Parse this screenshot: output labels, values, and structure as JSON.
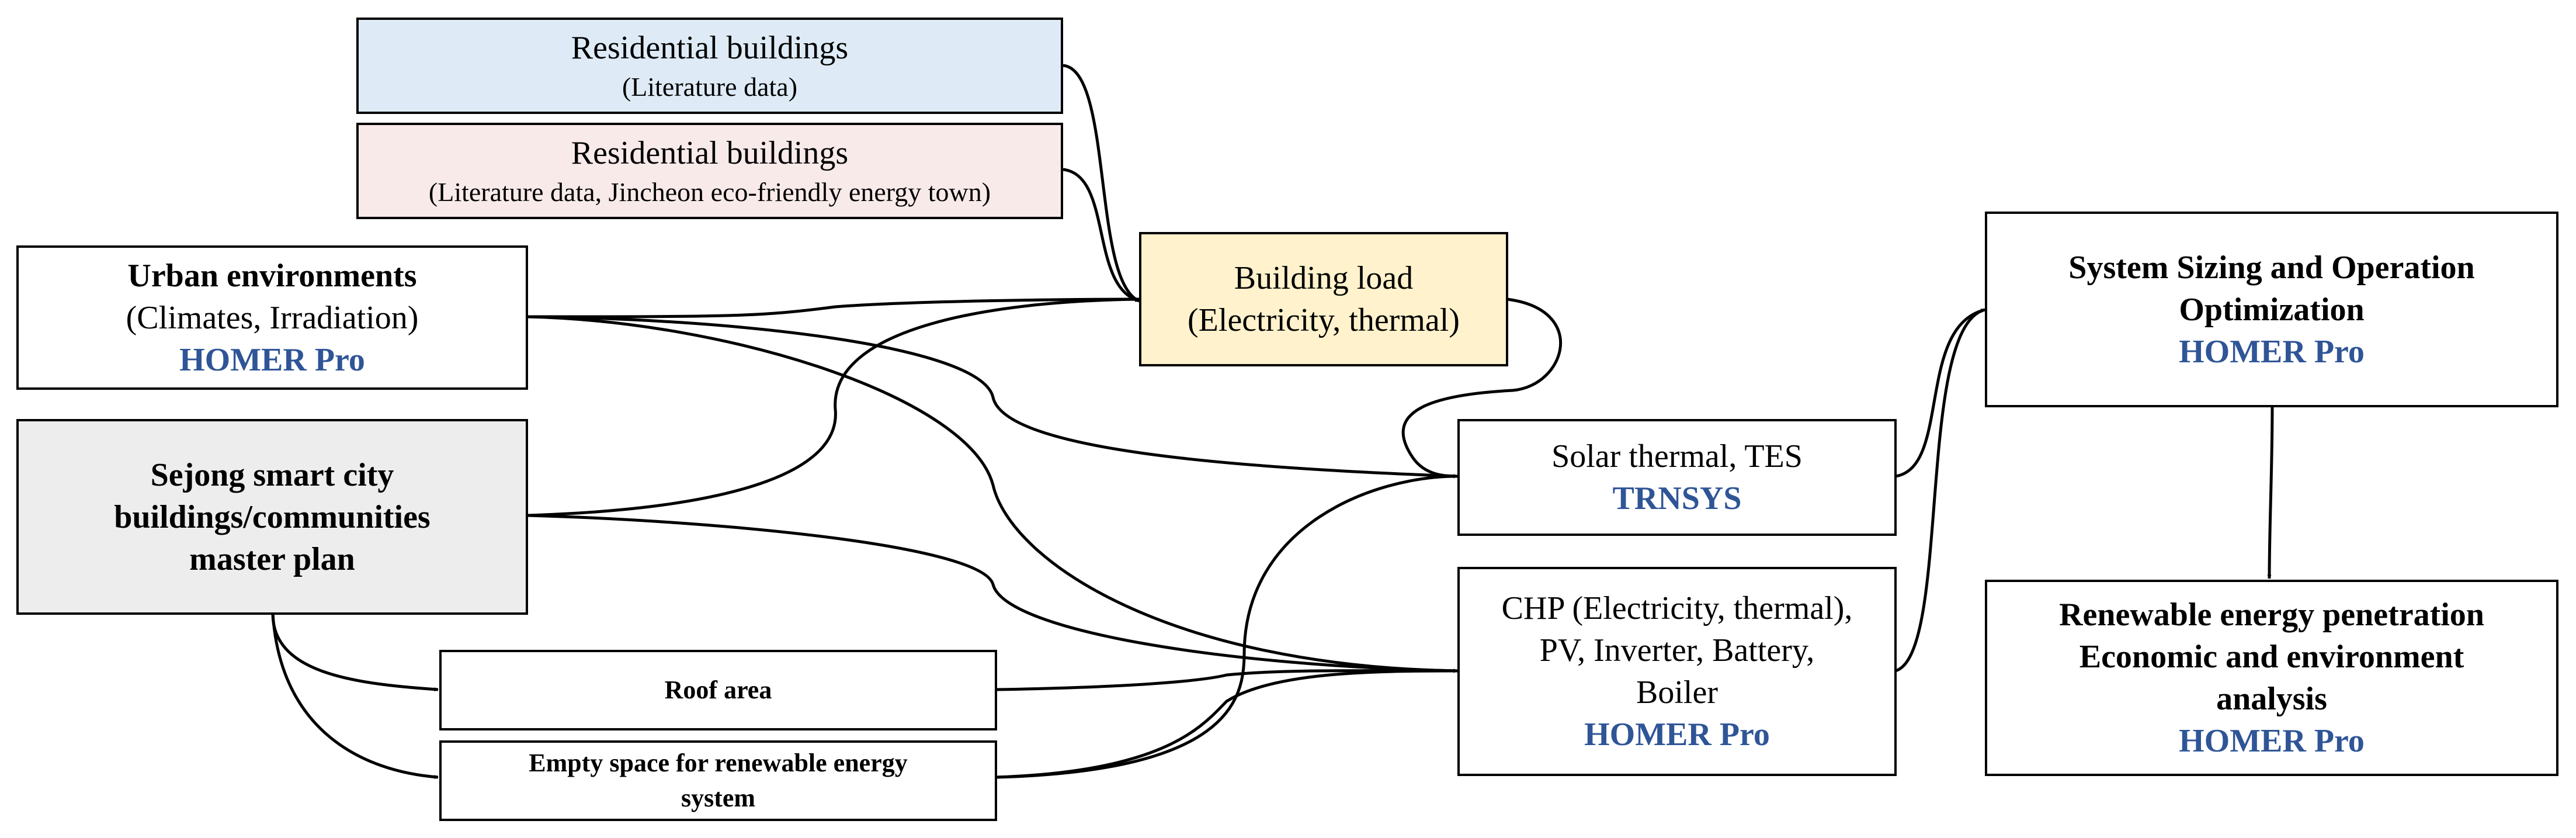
{
  "colors": {
    "stroke": "#000000",
    "tool_text": "#2f5597",
    "fill_literature_blue": "#deebf7",
    "fill_literature_pink": "#f9eaea",
    "fill_building_load": "#fff2cc",
    "fill_master_plan": "#ededed",
    "fill_default": "#ffffff"
  },
  "nodes": {
    "res1": {
      "title": "Residential buildings",
      "subtitle": "(Literature data)"
    },
    "res2": {
      "title": "Residential buildings",
      "subtitle": "(Literature data, Jincheon eco-friendly energy town)"
    },
    "urban": {
      "title": "Urban environments",
      "subtitle": "(Climates, Irradiation)",
      "tool": "HOMER Pro"
    },
    "sejong": {
      "line1": "Sejong smart city",
      "line2": "buildings/communities",
      "line3": "master plan"
    },
    "roof": {
      "title": "Roof area"
    },
    "empty": {
      "line1": "Empty space for renewable energy",
      "line2": "system"
    },
    "load": {
      "title": "Building load",
      "subtitle": "(Electricity, thermal)"
    },
    "solar": {
      "title": "Solar thermal, TES",
      "tool": "TRNSYS"
    },
    "chp": {
      "line1": "CHP (Electricity, thermal),",
      "line2": "PV, Inverter, Battery,",
      "line3": "Boiler",
      "tool": "HOMER Pro"
    },
    "sizing": {
      "line1": "System Sizing and Operation",
      "line2": "Optimization",
      "tool": "HOMER Pro"
    },
    "renew": {
      "line1": "Renewable energy penetration",
      "line2": "Economic and environment",
      "line3": "analysis",
      "tool": "HOMER Pro"
    }
  }
}
